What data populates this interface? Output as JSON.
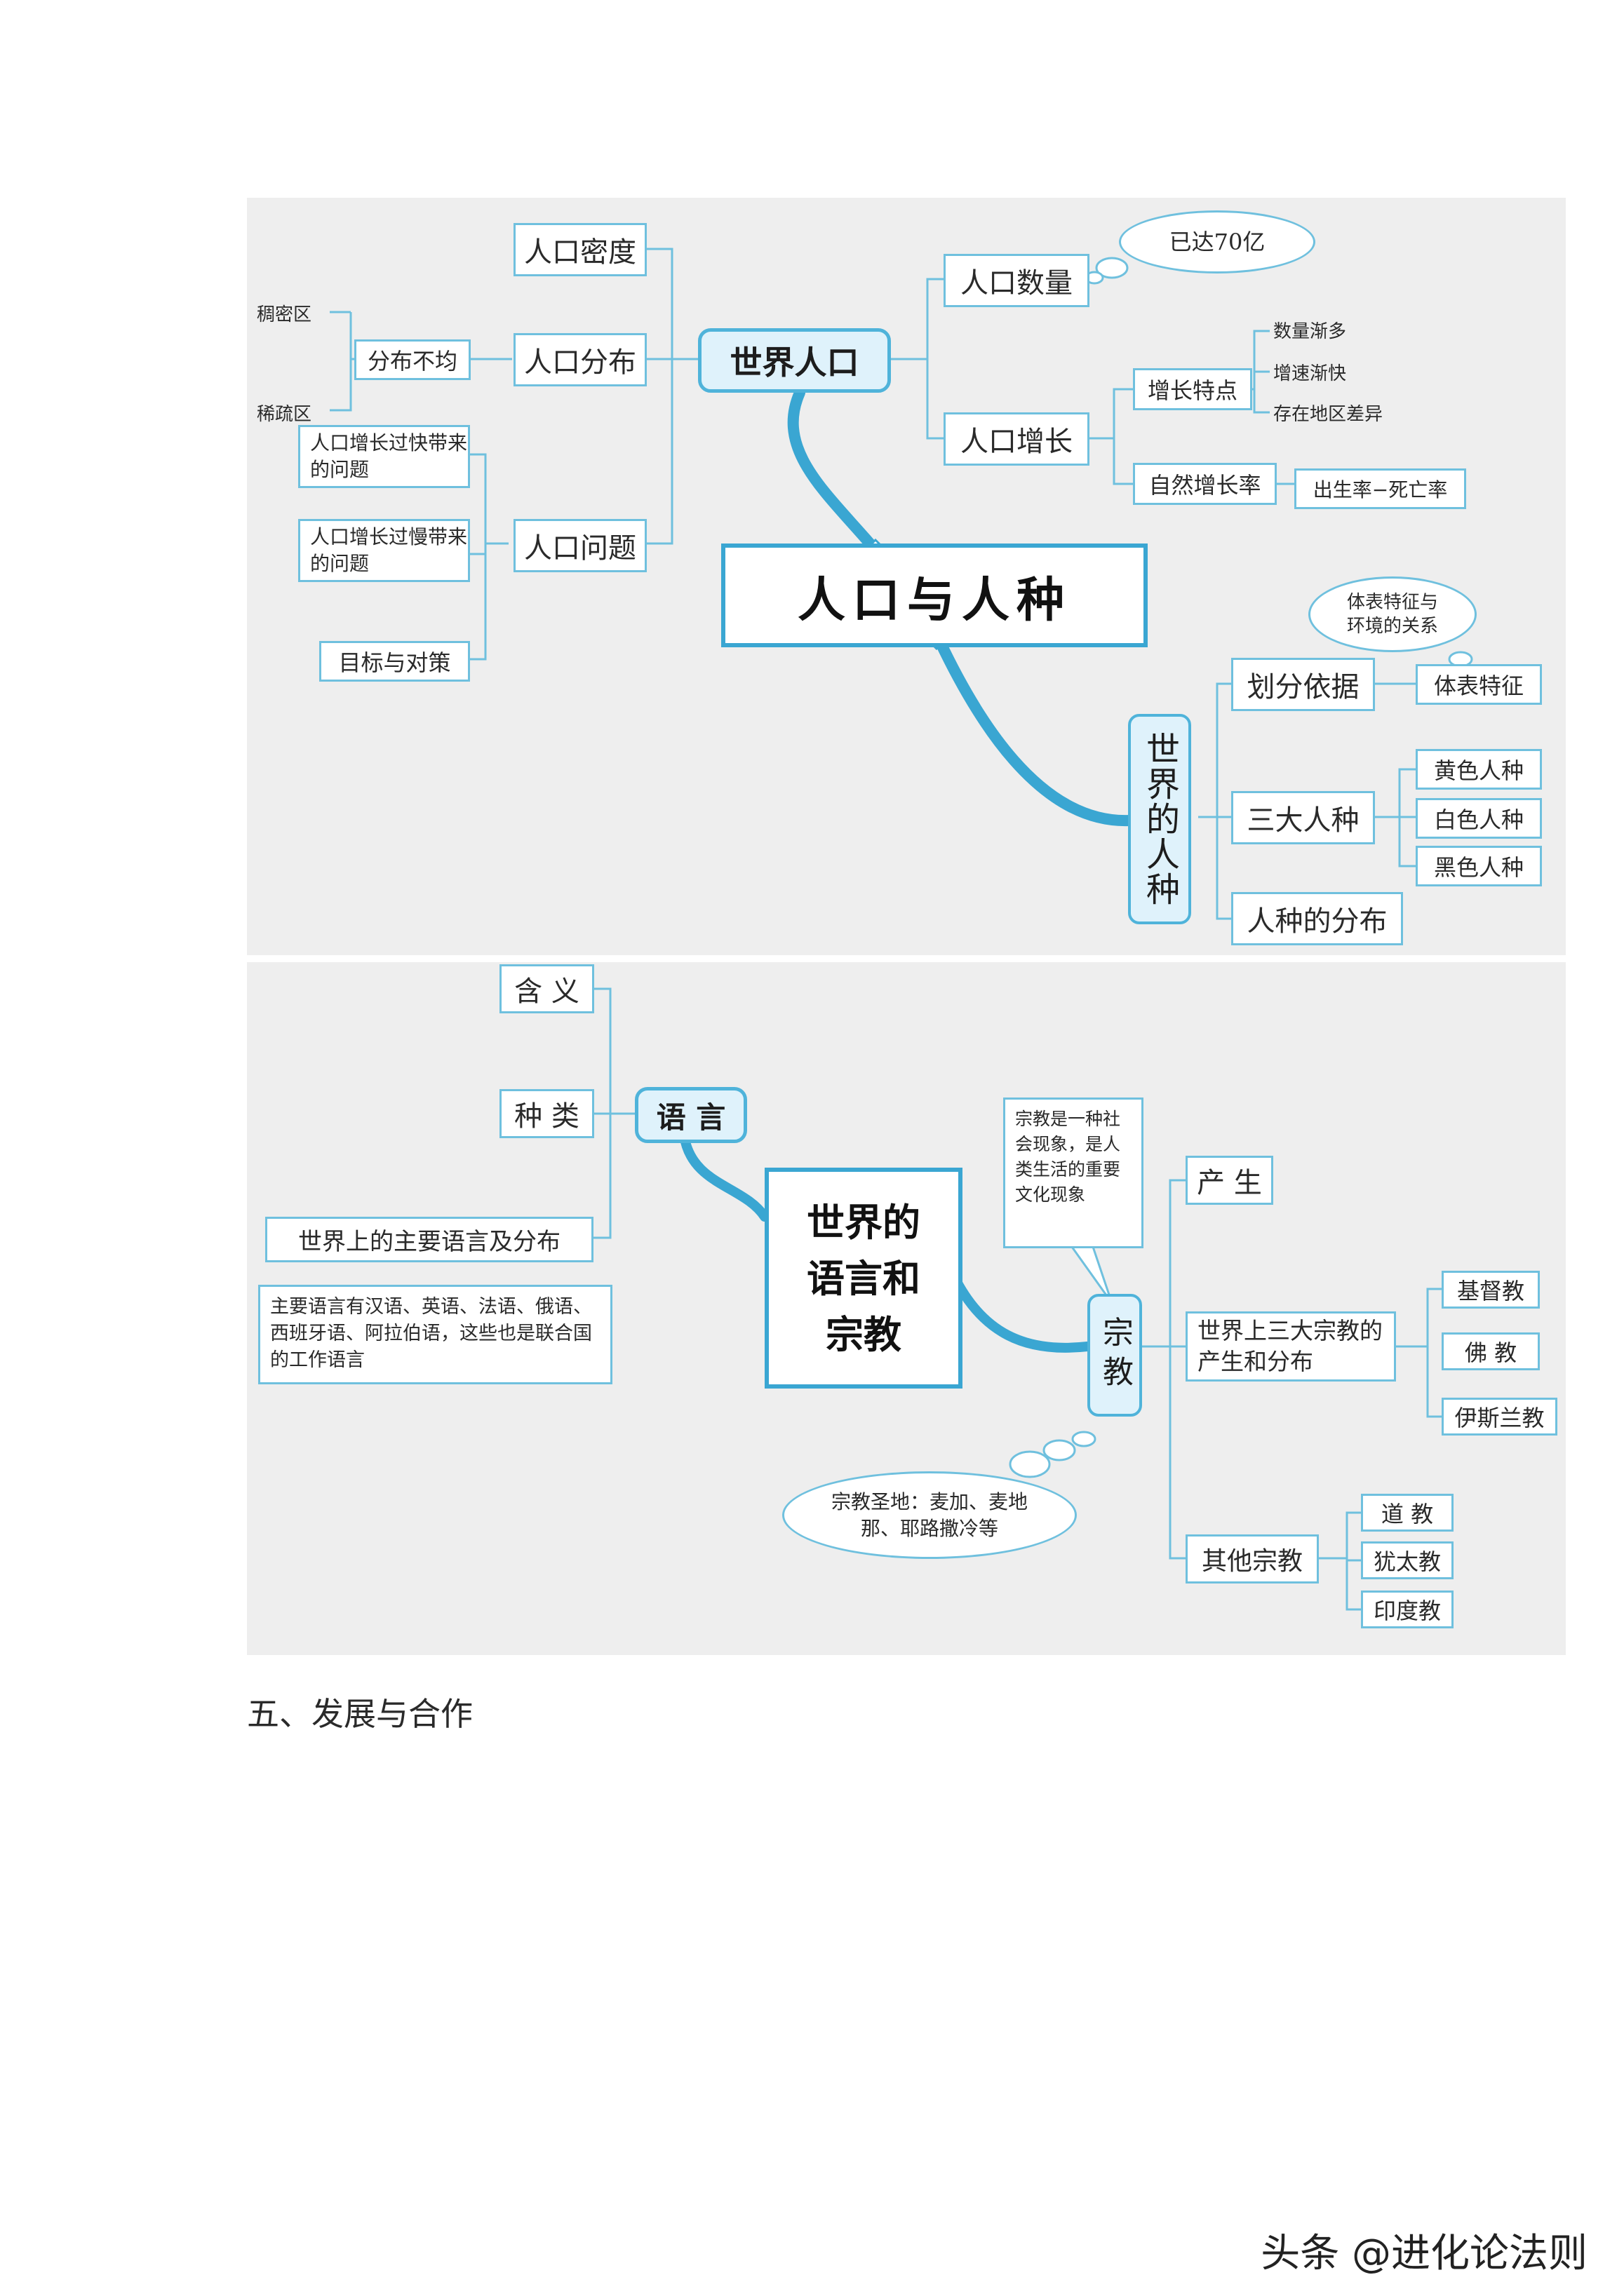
{
  "diagram1": {
    "center": "人口与人种",
    "world_population": {
      "label": "世界人口",
      "density": "人口密度",
      "distribution": "人口分布",
      "uneven": "分布不均",
      "dense": "稠密区",
      "sparse": "稀疏区",
      "problems": "人口问题",
      "fast_growth": "人口增长过快带来的问题",
      "slow_growth": "人口增长过慢带来的问题",
      "goals": "目标与对策",
      "quantity": "人口数量",
      "quantity_note": "已达70亿",
      "growth": "人口增长",
      "growth_features": "增长特点",
      "feature_1": "数量渐多",
      "feature_2": "增速渐快",
      "feature_3": "存在地区差异",
      "natural_rate": "自然增长率",
      "formula": "出生率−死亡率"
    },
    "races": {
      "label": "世界的人种",
      "basis": "划分依据",
      "basis_note": "体表特征与环境的关系",
      "body_features": "体表特征",
      "three_races": "三大人种",
      "yellow": "黄色人种",
      "white": "白色人种",
      "black": "黑色人种",
      "distribution": "人种的分布"
    }
  },
  "diagram2": {
    "center": "世界的语言和宗教",
    "language": {
      "label": "语 言",
      "meaning": "含 义",
      "types": "种 类",
      "main_languages": "世界上的主要语言及分布",
      "main_note": "主要语言有汉语、英语、法语、俄语、西班牙语、阿拉伯语，这些也是联合国的工作语言"
    },
    "religion": {
      "label": "宗教",
      "definition": "宗教是一种社会现象，是人类生活的重要文化现象",
      "origin": "产 生",
      "three_major": "世界上三大宗教的产生和分布",
      "christianity": "基督教",
      "buddhism": "佛 教",
      "islam": "伊斯兰教",
      "holy_places": "宗教圣地：麦加、麦地那、耶路撒冷等",
      "others": "其他宗教",
      "taoism": "道 教",
      "judaism": "犹太教",
      "hinduism": "印度教"
    }
  },
  "heading": "五、发展与合作",
  "watermark": "头条 @进化论法则",
  "colors": {
    "accent": "#4fb3da",
    "border": "#6fc0de",
    "panel": "#eeeeee"
  }
}
